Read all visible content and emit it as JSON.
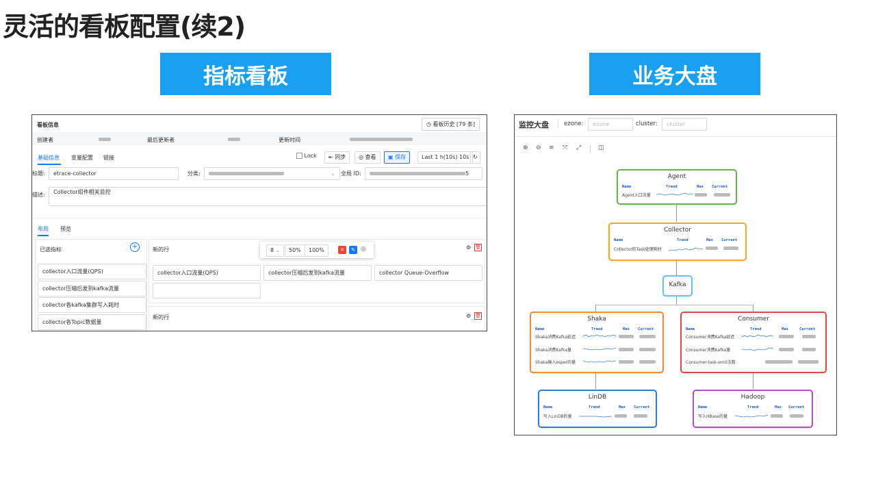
{
  "slide": {
    "title": "灵活的看板配置(续2)",
    "banner_left": "指标看板",
    "banner_right": "业务大盘"
  },
  "dashboard": {
    "header_title": "看板信息",
    "history_button": "看板历史 [79 条]",
    "info_labels": {
      "creator": "创建者",
      "last_updater": "最后更新者",
      "update_time": "更新时间"
    },
    "tabs": [
      "基础信息",
      "变量配置",
      "链接"
    ],
    "toolbar": {
      "lock": "Lock",
      "sync": "同步",
      "view": "查看",
      "save": "保存",
      "time_range": "Last 1 h(10s) 10s"
    },
    "form": {
      "title_label": "标题:",
      "title_value": "etrace-collector",
      "category_label": "分类:",
      "global_id_label": "全局 ID:",
      "global_id_suffix": "5",
      "desc_label": "描述:",
      "desc_value": "Collector组件相关监控"
    },
    "layout_tabs": [
      "布局",
      "预览"
    ],
    "selected_metrics_title": "已选指标",
    "selected_metrics": [
      "collector入口流量(QPS)",
      "collector压缩后发到kafka流量",
      "collector各kafka集群写入耗时",
      "collector各Topic数据量"
    ],
    "rows": [
      {
        "title": "新的行",
        "cells": [
          "collector入口流量(QPS)",
          "collector压缩后发到kafka流量",
          "collector Queue-Overflow"
        ]
      },
      {
        "title": "新的行",
        "cells": []
      }
    ],
    "popup": {
      "span": "8",
      "w50": "50%",
      "w100": "100%"
    }
  },
  "bigboard": {
    "title": "监控大盘",
    "ezone_label": "ezone:",
    "ezone_placeholder": "ezone",
    "cluster_label": "cluster:",
    "cluster_placeholder": "cluster",
    "headers": {
      "name": "Name",
      "trend": "Trend",
      "max": "Max",
      "current": "Current"
    },
    "nodes": {
      "agent": {
        "title": "Agent",
        "rows": [
          "Agent入口流量"
        ],
        "color": "#6ab04c"
      },
      "collector": {
        "title": "Collector",
        "rows": [
          "Collector的Task处理耗时"
        ],
        "color": "#f5a623"
      },
      "kafka": {
        "title": "Kafka",
        "color": "#5bc8e8"
      },
      "shaka": {
        "title": "Shaka",
        "rows": [
          "Shaka消费Kafka延迟",
          "Shaka消费Kafka量",
          "Shaka输入esper的量"
        ],
        "color": "#f08a3e"
      },
      "consumer": {
        "title": "Consumer",
        "rows": [
          "Consumer消费Kafka延迟",
          "Consumer消费Kafka量",
          "Consumer-task-emit次数"
        ],
        "color": "#e0483e"
      },
      "lindb": {
        "title": "LinDB",
        "rows": [
          "写入LinDB的量"
        ],
        "color": "#2f7fd1"
      },
      "hadoop": {
        "title": "Hadoop",
        "rows": [
          "写入HBase的量"
        ],
        "color": "#b44fc4"
      }
    }
  }
}
